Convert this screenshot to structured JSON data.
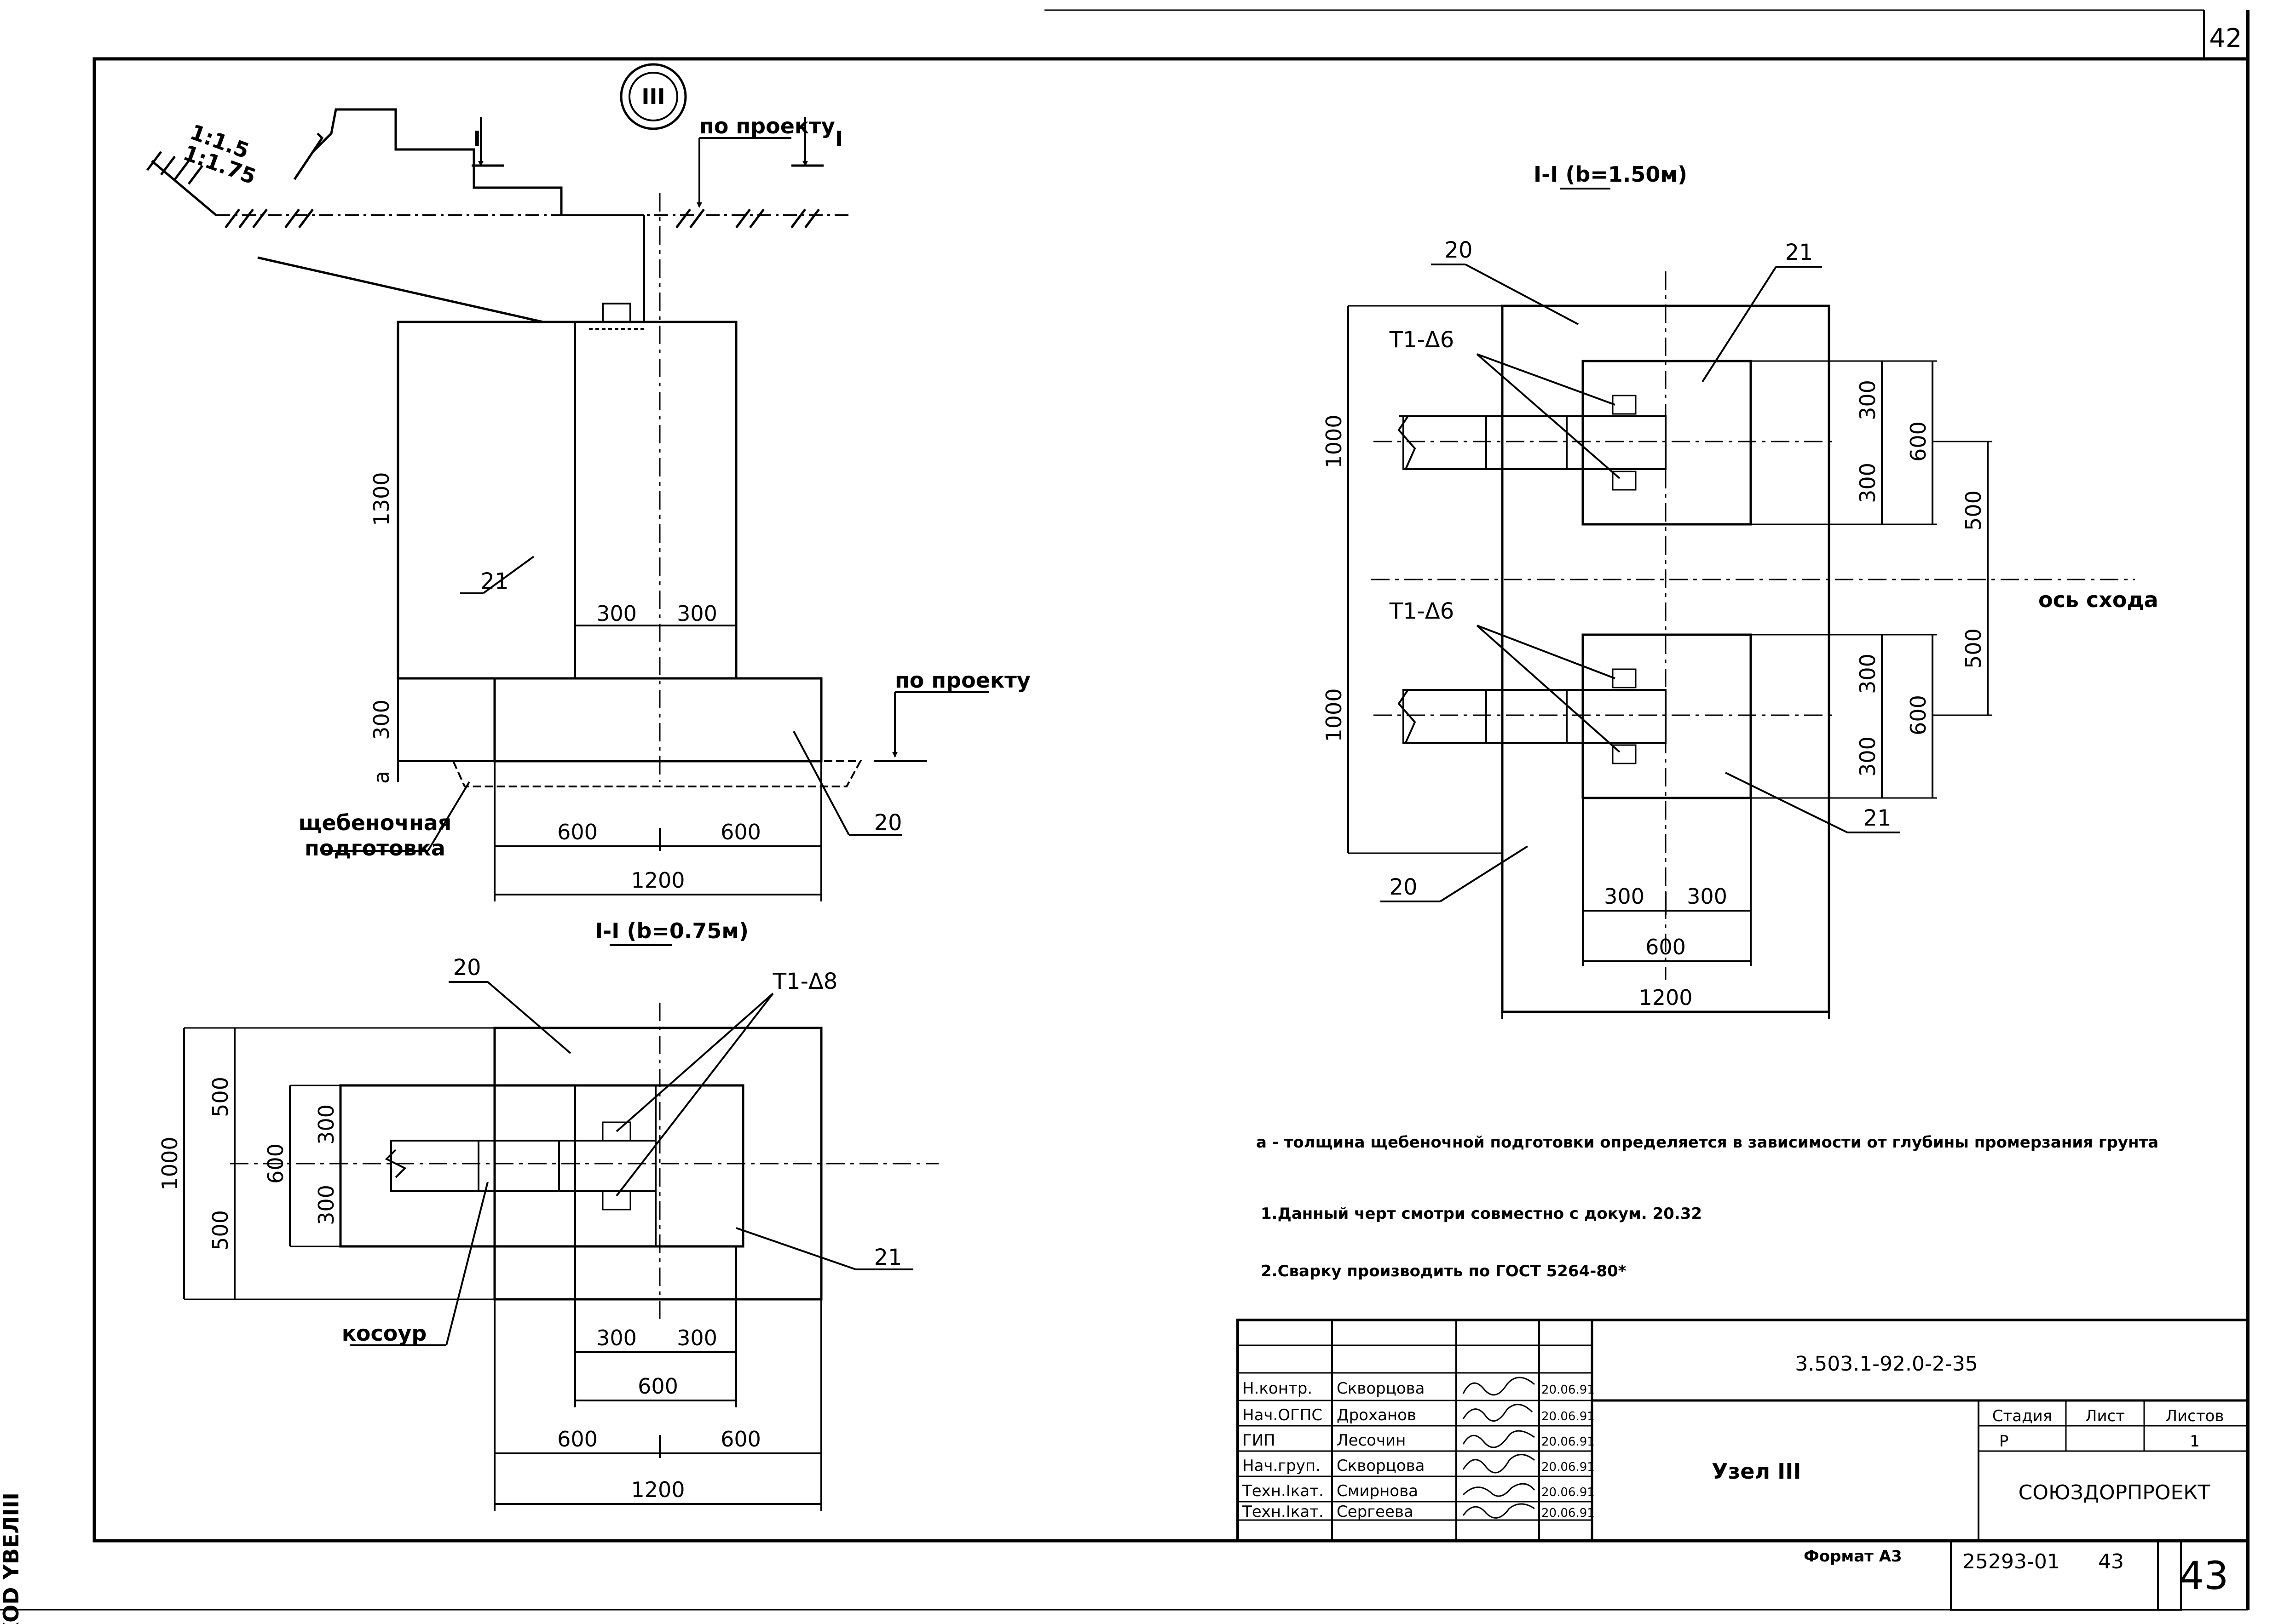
{
  "sheet": {
    "page_top": "42",
    "page_bottom": "43",
    "side_text": "SXOD YBEЛIII",
    "format_label": "Формат А3",
    "inventory": "25293-01",
    "inventory_sheet": "43"
  },
  "elevation": {
    "node_mark": "III",
    "slope_1": "1:1.5",
    "slope_2": "1:1.75",
    "section_mark_left": "I",
    "section_mark_right": "I",
    "level_top": "по проекту",
    "level_right": "по проекту",
    "dim_1300": "1300",
    "dim_300_h": "300",
    "dim_a": "а",
    "dim_300_a": "300",
    "dim_300_b": "300",
    "dim_600_a": "600",
    "dim_600_b": "600",
    "dim_1200": "1200",
    "pos_21": "21",
    "pos_20": "20",
    "gravel_label_1": "щебеночная",
    "gravel_label_2": "подготовка"
  },
  "plan_small": {
    "title": "I-I (b=0.75м)",
    "pos_20": "20",
    "pos_21": "21",
    "weld": "Т1-Δ8",
    "stringer": "косоур",
    "dim_1000": "1000",
    "dim_500_a": "500",
    "dim_500_b": "500",
    "dim_600_v": "600",
    "dim_300_va": "300",
    "dim_300_vb": "300",
    "dim_300_ha": "300",
    "dim_300_hb": "300",
    "dim_600_h": "600",
    "dim_600_l": "600",
    "dim_600_r": "600",
    "dim_1200": "1200"
  },
  "plan_large": {
    "title": "I-I (b=1.50м)",
    "pos_20_top": "20",
    "pos_21_top": "21",
    "pos_20_bot": "20",
    "pos_21_bot": "21",
    "weld_top": "Т1-Δ6",
    "weld_bot": "Т1-Δ6",
    "axis_label": "ось схода",
    "dim_1000_top": "1000",
    "dim_1000_bot": "1000",
    "dim_300_1": "300",
    "dim_300_2": "300",
    "dim_300_3": "300",
    "dim_300_4": "300",
    "dim_600_top": "600",
    "dim_600_bot": "600",
    "dim_500_top": "500",
    "dim_500_bot": "500",
    "dim_300_ha": "300",
    "dim_300_hb": "300",
    "dim_600_h": "600",
    "dim_1200": "1200"
  },
  "notes": {
    "note_a": "а - толщина щебеночной подготовки определяется в зависимости от глубины промерзания грунта",
    "note_1": "1.Данный черт смотри совместно с докум. 20.32",
    "note_2": "2.Сварку производить по ГОСТ 5264-80*"
  },
  "title_block": {
    "doc_code": "3.503.1-92.0-2-35",
    "name": "Узел III",
    "org": "СОЮЗДОРПРОЕКТ",
    "stage_h": "Стадия",
    "sheet_h": "Лист",
    "sheets_h": "Листов",
    "stage": "Р",
    "sheets": "1",
    "rows": [
      {
        "role": "Н.контр.",
        "name": "Скворцова",
        "date": "20.06.91"
      },
      {
        "role": "Нач.ОГПС",
        "name": "Дроханов",
        "date": "20.06.91"
      },
      {
        "role": "ГИП",
        "name": "Лесочин",
        "date": "20.06.91"
      },
      {
        "role": "Нач.груп.",
        "name": "Скворцова",
        "date": "20.06.91"
      },
      {
        "role": "Техн.Iкат.",
        "name": "Смирнова",
        "date": "20.06.91"
      },
      {
        "role": "Техн.Iкат.",
        "name": "Сергеева",
        "date": "20.06.91"
      }
    ]
  }
}
